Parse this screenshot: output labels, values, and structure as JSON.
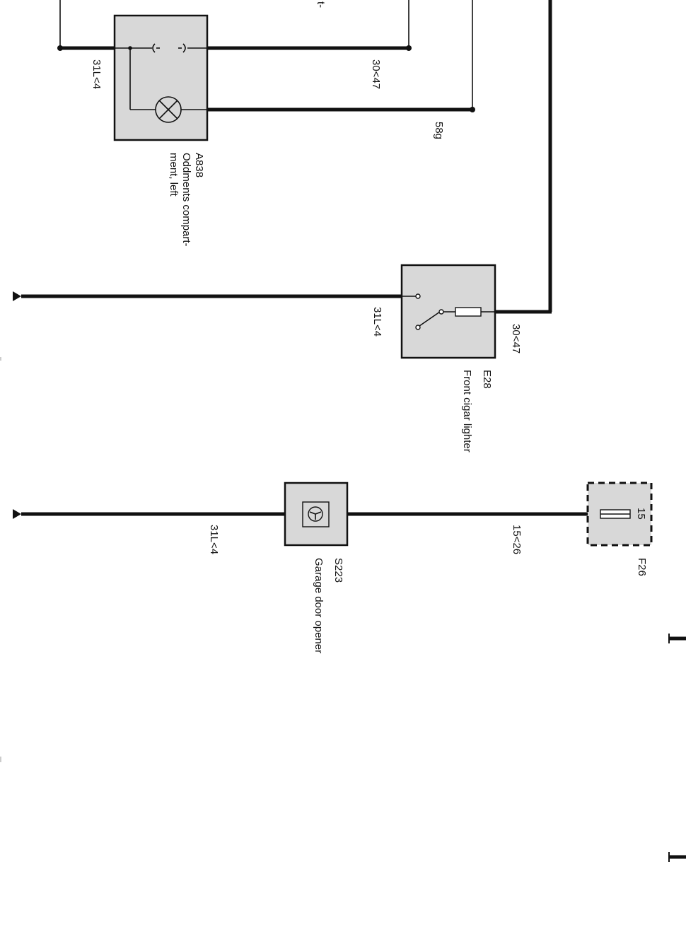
{
  "components": {
    "a838": {
      "id": "A838",
      "name_line1": "Oddments compart-",
      "name_line2": "ment, left"
    },
    "e28": {
      "id": "E28",
      "name": "Front cigar lighter"
    },
    "s223": {
      "id": "S223",
      "name": "Garage door opener"
    },
    "f26": {
      "id": "F26",
      "terminal": "15"
    }
  },
  "wire_labels": {
    "a838_ground": "31L<4",
    "a838_supply": "30<47",
    "a838_light": "58g",
    "e28_ground": "31L<4",
    "e28_supply": "30<47",
    "s223_ground": "31L<4",
    "s223_supply": "15<26"
  },
  "cut_label": "t-",
  "colors": {
    "wire": "#111111",
    "component_fill": "#d8d8d8"
  }
}
